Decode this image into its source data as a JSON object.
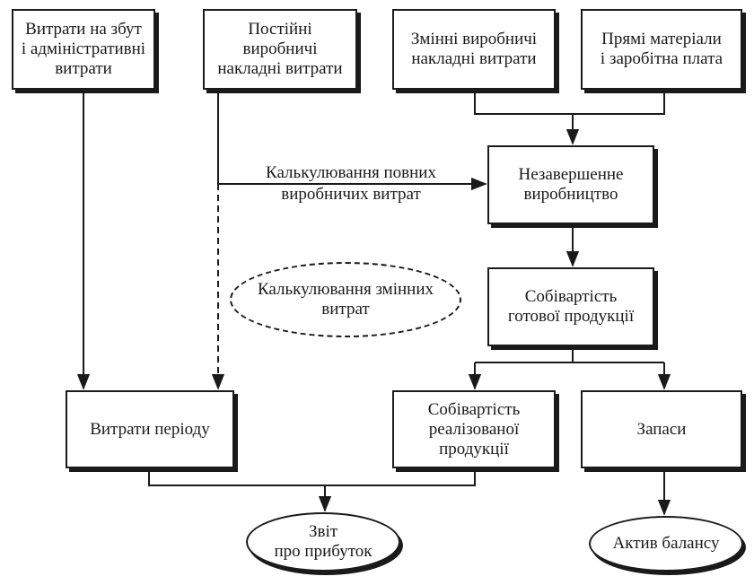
{
  "nodes": {
    "selling_admin": "Витрати на збут\nі адміністративні\nвитрати",
    "fixed_overhead": "Постійні\nвиробничі\nнакладні витрати",
    "variable_overhead": "Змінні виробничі\nнакладні витрати",
    "direct_materials_labor": "Прямі матеріали\nі заробітна плата",
    "work_in_progress": "Незавершенне\nвиробництво",
    "finished_goods_cost": "Собівартість\nготової продукції",
    "period_costs": "Витрати періоду",
    "cost_of_goods_sold": "Собівартість\nреалізованої\nпродукції",
    "inventory": "Запаси",
    "income_statement": "Звіт\nпро прибуток",
    "balance_sheet_asset": "Актив балансу"
  },
  "labels": {
    "absorption_costing": "Калькулювання повних\nвиробничих витрат",
    "variable_costing": "Калькулювання змінних\nвитрат"
  },
  "colors": {
    "line": "#1a1a1a",
    "background": "#ffffff"
  }
}
